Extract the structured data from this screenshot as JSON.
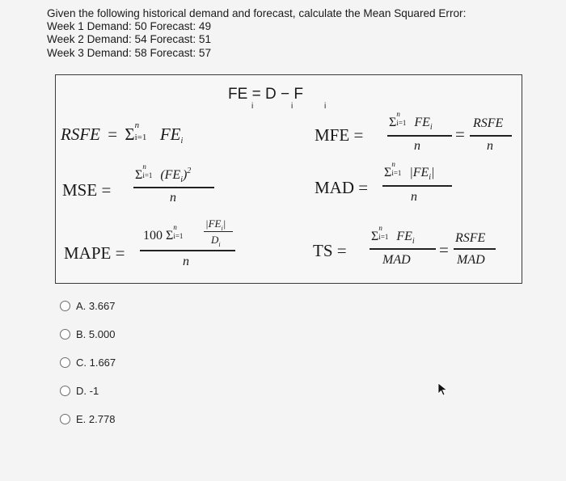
{
  "question": {
    "prompt": "Given the following historical demand and forecast, calculate the Mean Squared Error:",
    "lines": [
      "Week 1 Demand: 50 Forecast: 49",
      "Week 2 Demand: 54 Forecast: 51",
      "Week 3 Demand: 58 Forecast: 57"
    ]
  },
  "formulas": {
    "fe": {
      "lhs": "FE",
      "eq": "=",
      "d": "D",
      "minus": "−",
      "f": "F",
      "sub1": "i",
      "sub2": "i",
      "sub3": "i"
    },
    "rsfe": {
      "label": "RSFE",
      "eq": "=",
      "sigma": "Σ",
      "sub": "i=1",
      "sup": "n",
      "term": "FE",
      "term_sub": "i"
    },
    "mfe": {
      "label": "MFE",
      "eq": "=",
      "num": "Σ",
      "num_sub": "i=1",
      "num_sup": "n",
      "num_term": "FE",
      "num_term_sub": "i",
      "den": "n",
      "eq2": "=",
      "num2": "RSFE",
      "den2": "n"
    },
    "mse": {
      "label": "MSE",
      "eq": "=",
      "num": "Σ",
      "num_sub": "i=1",
      "num_sup": "n",
      "num_term": "(FE",
      "num_term_sub": "i",
      "num_close": ")",
      "num_pow": "2",
      "den": "n"
    },
    "mad": {
      "label": "MAD",
      "eq": "=",
      "num": "Σ",
      "num_sub": "i=1",
      "num_sup": "n",
      "num_term": "|FE",
      "num_term_sub": "i",
      "num_close": "|",
      "den": "n"
    },
    "mape": {
      "label": "MAPE",
      "eq": "=",
      "num_pre": "100",
      "num": "Σ",
      "num_sub": "i=1",
      "num_sup": "n",
      "frac_num": "|FE",
      "frac_num_sub": "i",
      "frac_num_close": "|",
      "frac_den": "D",
      "frac_den_sub": "i",
      "den": "n"
    },
    "ts": {
      "label": "TS",
      "eq": "=",
      "num": "Σ",
      "num_sub": "i=1",
      "num_sup": "n",
      "num_term": "FE",
      "num_term_sub": "i",
      "den": "MAD",
      "eq2": "=",
      "num2": "RSFE",
      "den2": "MAD"
    }
  },
  "options": [
    {
      "label": "A. 3.667"
    },
    {
      "label": "B. 5.000"
    },
    {
      "label": "C. 1.667"
    },
    {
      "label": "D. -1"
    },
    {
      "label": "E. 2.778"
    }
  ]
}
